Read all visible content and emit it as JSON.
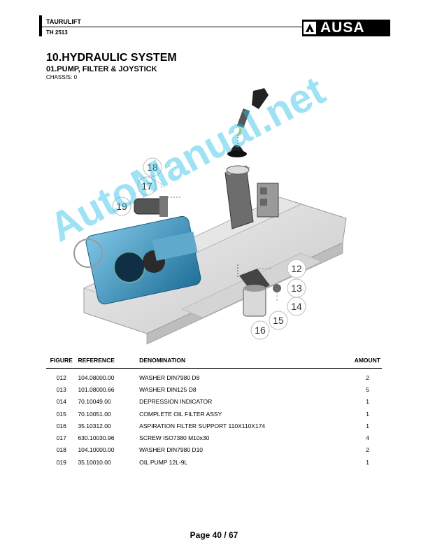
{
  "header": {
    "model": "TAURULIFT",
    "submodel": "TH 2513",
    "logo_text": "AUSA"
  },
  "section": {
    "title": "10.HYDRAULIC SYSTEM",
    "subtitle": "01.PUMP, FILTER & JOYSTICK",
    "chassis": "CHASSIS: 0"
  },
  "figure": {
    "callouts": [
      "18",
      "17",
      "19",
      "12",
      "13",
      "14",
      "15",
      "16"
    ],
    "watermark": "AutoManual.net"
  },
  "table": {
    "headers": [
      "FIGURE",
      "REFERENCE",
      "DENOMINATION",
      "AMOUNT"
    ],
    "rows": [
      [
        "012",
        "104.08000.00",
        "WASHER DIN7980 D8",
        "2"
      ],
      [
        "013",
        "101.08000.66",
        "WASHER DIN125 D8",
        "5"
      ],
      [
        "014",
        "70.10049.00",
        "DEPRESSION INDICATOR",
        "1"
      ],
      [
        "015",
        "70.10051.00",
        "COMPLETE OIL FILTER ASSY",
        "1"
      ],
      [
        "016",
        "35.10312.00",
        "ASPIRATION FILTER SUPPORT 110X110X174",
        "1"
      ],
      [
        "017",
        "630.10030.96",
        "SCREW ISO7380 M10x30",
        "4"
      ],
      [
        "018",
        "104.10000.00",
        "WASHER DIN7980 D10",
        "2"
      ],
      [
        "019",
        "35.10010.00",
        "OIL PUMP 12L-9L",
        "1"
      ]
    ]
  },
  "footer": {
    "page": "Page 40 / 67"
  }
}
